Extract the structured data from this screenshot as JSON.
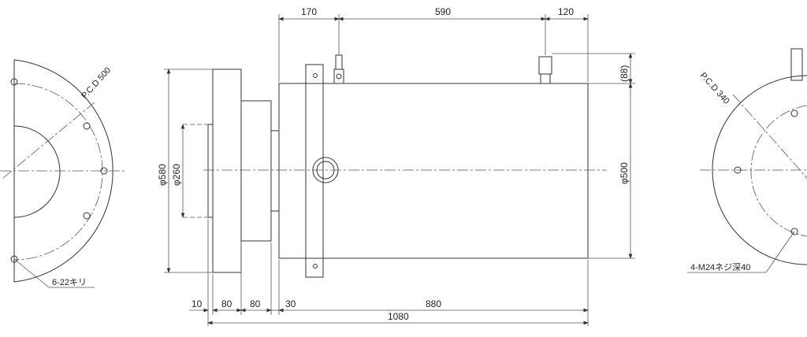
{
  "dimensions_top": {
    "d170": "170",
    "d590": "590",
    "d120": "120"
  },
  "dimensions_bottom": {
    "d10": "10",
    "d80a": "80",
    "d80b": "80",
    "d30": "30",
    "d880": "880",
    "d1080": "1080"
  },
  "diameters": {
    "phi580": "φ580",
    "phi260": "φ260",
    "phi500": "φ500"
  },
  "side_label": "(88)",
  "left_view": {
    "pcd": "P.C.D 500",
    "holes": "6-22キリ"
  },
  "right_view": {
    "pcd": "P.C.D 340",
    "threads": "4-M24ネジ深40"
  }
}
